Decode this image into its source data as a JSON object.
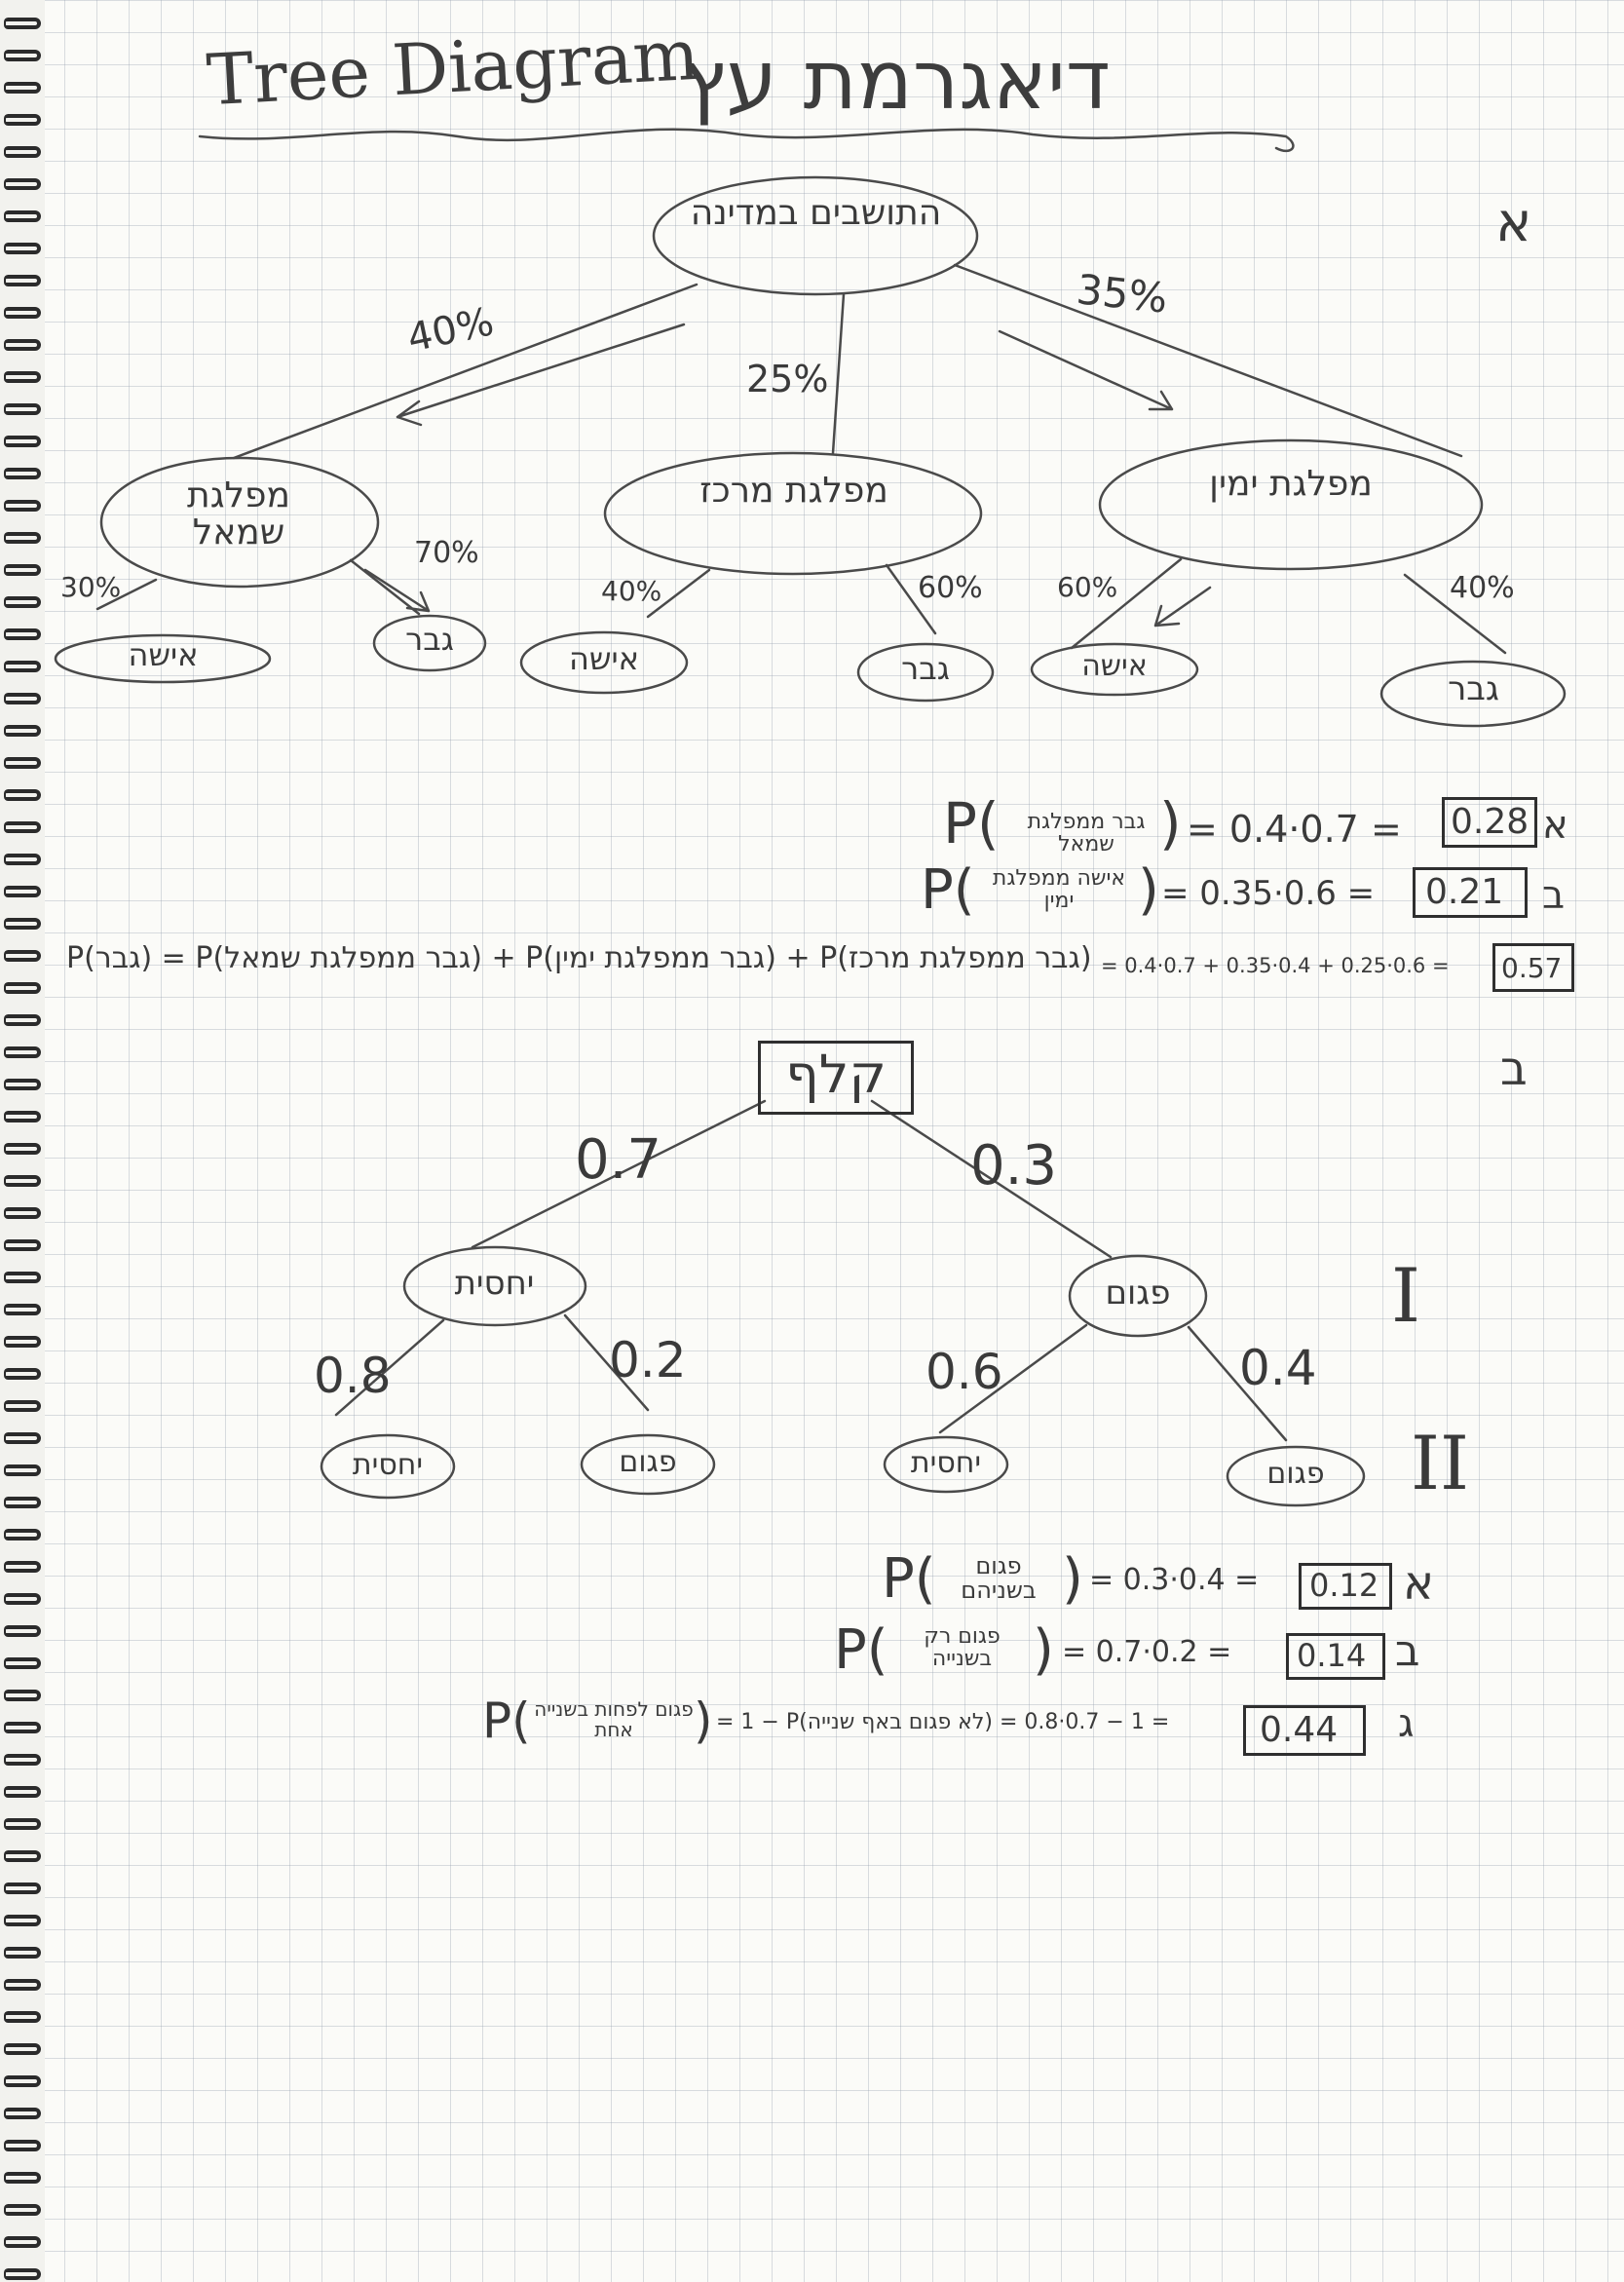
{
  "title": {
    "english": "Tree Diagram",
    "hebrew": "דיאגרמת עץ"
  },
  "margin_marks": {
    "q1": "א",
    "q2": "ב"
  },
  "tree1": {
    "root": "התושבים במדינה",
    "branches": [
      {
        "node": "מפלגת ימין",
        "prob": "35%",
        "leaves": [
          {
            "label": "גבר",
            "prob": "40%"
          },
          {
            "label": "אישה",
            "prob": "60%"
          }
        ]
      },
      {
        "node": "מפלגת מרכז",
        "prob": "25%",
        "leaves": [
          {
            "label": "גבר",
            "prob": "60%"
          },
          {
            "label": "אישה",
            "prob": "40%"
          }
        ]
      },
      {
        "node": "מפלגת שמאל",
        "prob": "40%",
        "leaves": [
          {
            "label": "גבר",
            "prob": "70%"
          },
          {
            "label": "אישה",
            "prob": "30%"
          }
        ]
      }
    ]
  },
  "answers1": [
    {
      "letter": "א",
      "event": "גבר ממפלגת שמאל",
      "calc": "= 0.4·0.7 =",
      "result": "0.28"
    },
    {
      "letter": "ב",
      "event": "אישה ממפלגת ימין",
      "calc": "= 0.35·0.6 =",
      "result": "0.21"
    },
    {
      "letter": "",
      "lhs": "P(גבר) = P(גבר ממפלגת שמאל) + P(גבר ממפלגת ימין) + P(גבר ממפלגת מרכז)",
      "calc": "= 0.4·0.7 + 0.35·0.4 + 0.25·0.6 =",
      "result": "0.57"
    }
  ],
  "tree2": {
    "root": "קלף",
    "level_labels": [
      "I",
      "II"
    ],
    "branches": [
      {
        "node": "יחסית",
        "prob": "0.7",
        "leaves": [
          {
            "label": "יחסית",
            "prob": "0.8"
          },
          {
            "label": "פגום",
            "prob": "0.2"
          }
        ]
      },
      {
        "node": "פגום",
        "prob": "0.3",
        "leaves": [
          {
            "label": "יחסית",
            "prob": "0.6"
          },
          {
            "label": "פגום",
            "prob": "0.4"
          }
        ]
      }
    ]
  },
  "answers2": [
    {
      "letter": "א",
      "event": "פגום בשניהם",
      "calc": "= 0.3·0.4 =",
      "result": "0.12"
    },
    {
      "letter": "ב",
      "event": "פגום רק בשנייה",
      "calc": "= 0.7·0.2 =",
      "result": "0.14"
    },
    {
      "letter": "ג",
      "event": "פגום לפחות בשנייה אחת",
      "calc": "= 1 − P(לא פגום באף שנייה) = 1 − 0.7·0.8 =",
      "result": "0.44"
    }
  ]
}
